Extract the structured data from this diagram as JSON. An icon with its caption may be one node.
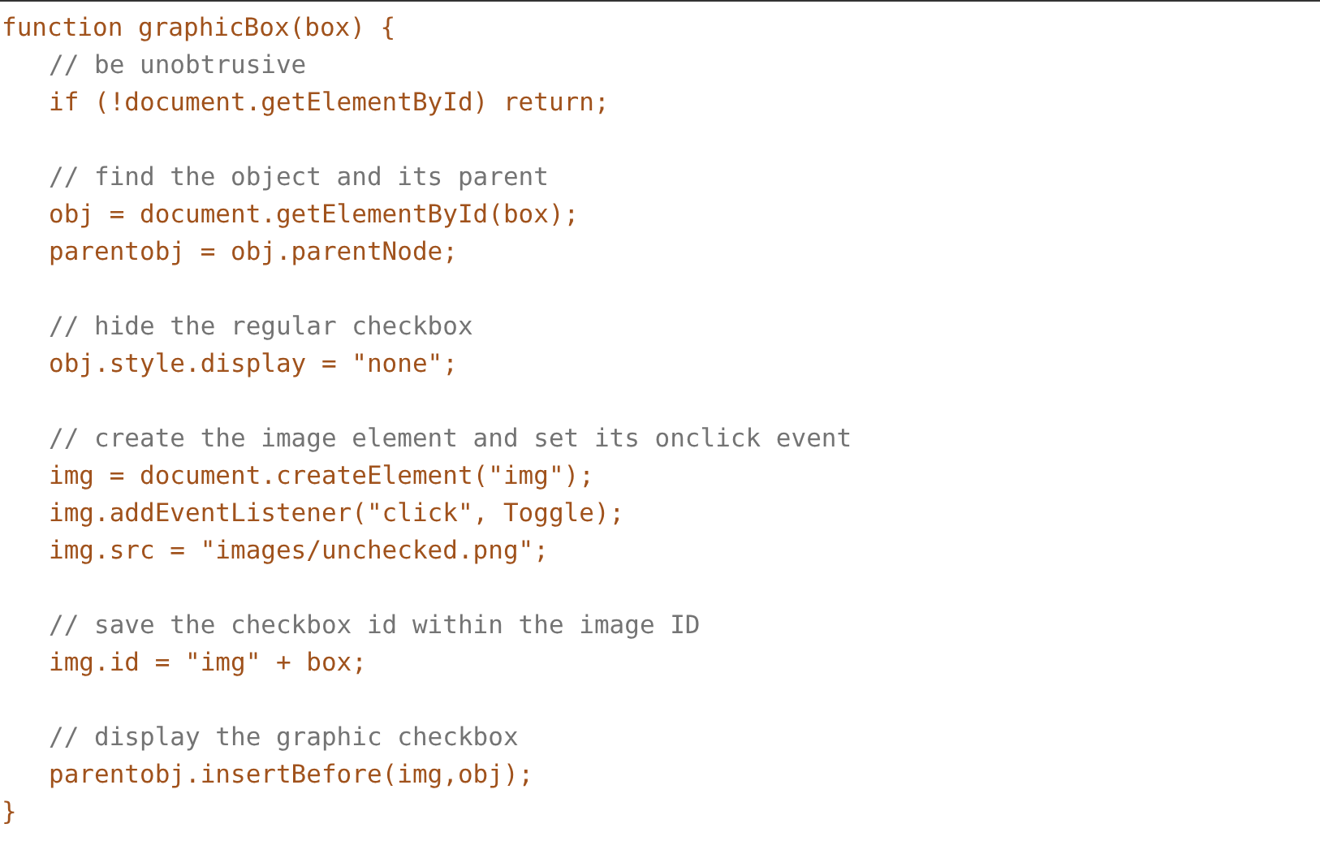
{
  "diagram": {
    "labels": [
      "function graphicBox(box) {",
      "// be unobtrusive",
      "if (!document.getElementById) return;",
      "// find the object and its parent",
      "obj = document.getElementById(box);",
      "parentobj = obj.parentNode;",
      "// hide the regular checkbox",
      "obj.style.display = \"none\";",
      "// create the image element and set its onclick event",
      "img = document.createElement(\"img\");",
      "img.addEventListener(\"click\", Toggle);",
      "img.src = \"images/unchecked.png\";",
      "// save the checkbox id within the image ID",
      "img.id = \"img\" + box;",
      "// display the graphic checkbox",
      "parentobj.insertBefore(img,obj);",
      "}"
    ]
  }
}
